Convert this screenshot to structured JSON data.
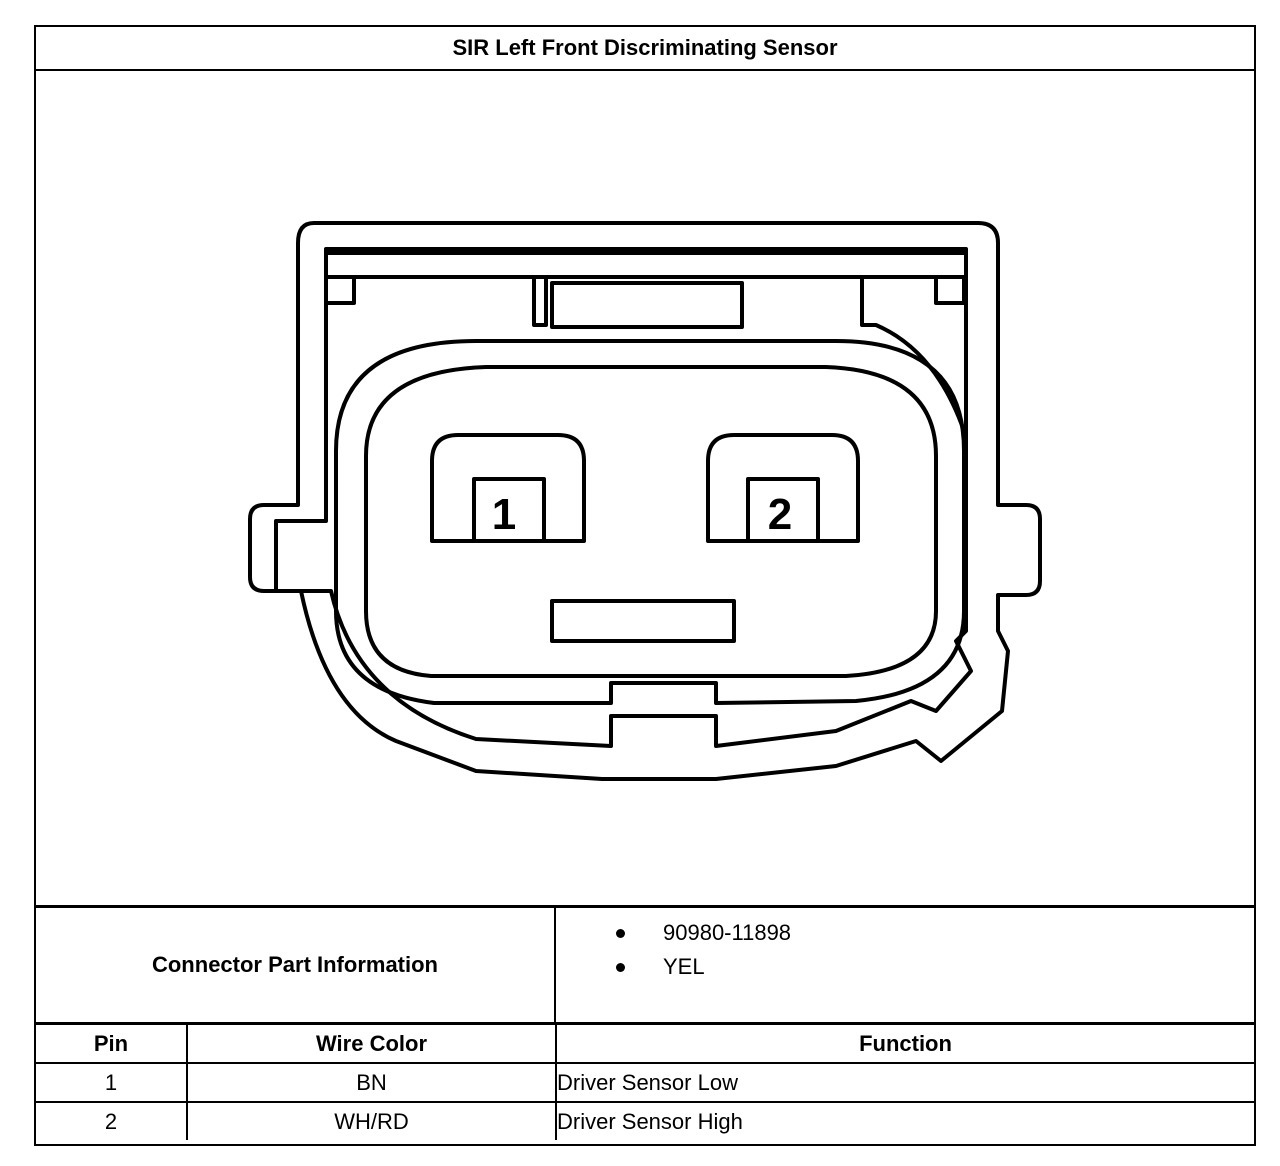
{
  "title": "SIR Left Front Discriminating Sensor",
  "connector": {
    "pins": [
      {
        "label": "1"
      },
      {
        "label": "2"
      }
    ]
  },
  "part_info": {
    "label": "Connector Part Information",
    "items": [
      "90980-11898",
      "YEL"
    ]
  },
  "table": {
    "headers": {
      "pin": "Pin",
      "wire_color": "Wire Color",
      "function": "Function"
    },
    "rows": [
      {
        "pin": "1",
        "wire_color": "BN",
        "function": "Driver Sensor Low"
      },
      {
        "pin": "2",
        "wire_color": "WH/RD",
        "function": "Driver Sensor High"
      }
    ]
  }
}
